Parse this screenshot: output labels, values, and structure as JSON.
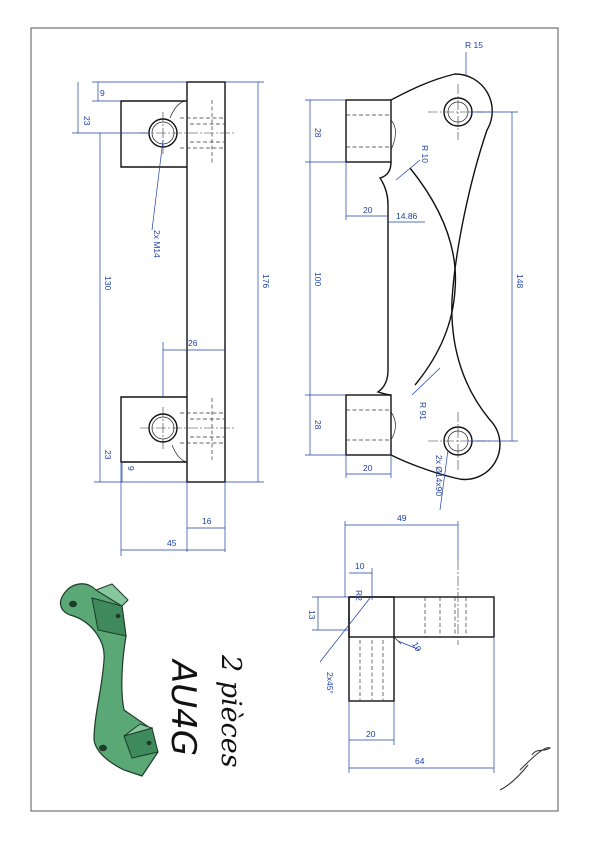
{
  "dimensions": {
    "front": {
      "d9_top": "9",
      "d23_top": "23",
      "d130": "130",
      "d176": "176",
      "thread": "2x M14",
      "d26": "26",
      "d23_bottom": "23",
      "d9_bottom": "9",
      "d16": "16",
      "d45": "45"
    },
    "side": {
      "r15": "R 15",
      "r10": "R 10",
      "d28_top": "28",
      "d20_top": "20",
      "d14_86": "14.86",
      "d100": "100",
      "d148": "148",
      "r91": "R 91",
      "d28_bottom": "28",
      "d20_bottom": "20",
      "hole_callout": "2x Ø14x90"
    },
    "detail": {
      "d49": "49",
      "d10_top": "10",
      "r2": "R2",
      "d13": "13",
      "chamfer": "2x45°",
      "d10_right": "10",
      "d20": "20",
      "d64": "64"
    }
  },
  "note": {
    "line1": "2 pièces",
    "line2": "AU4G"
  },
  "colors": {
    "dimension": "#1b3fa8",
    "ink": "#111111",
    "part_green": "#5aa876"
  }
}
